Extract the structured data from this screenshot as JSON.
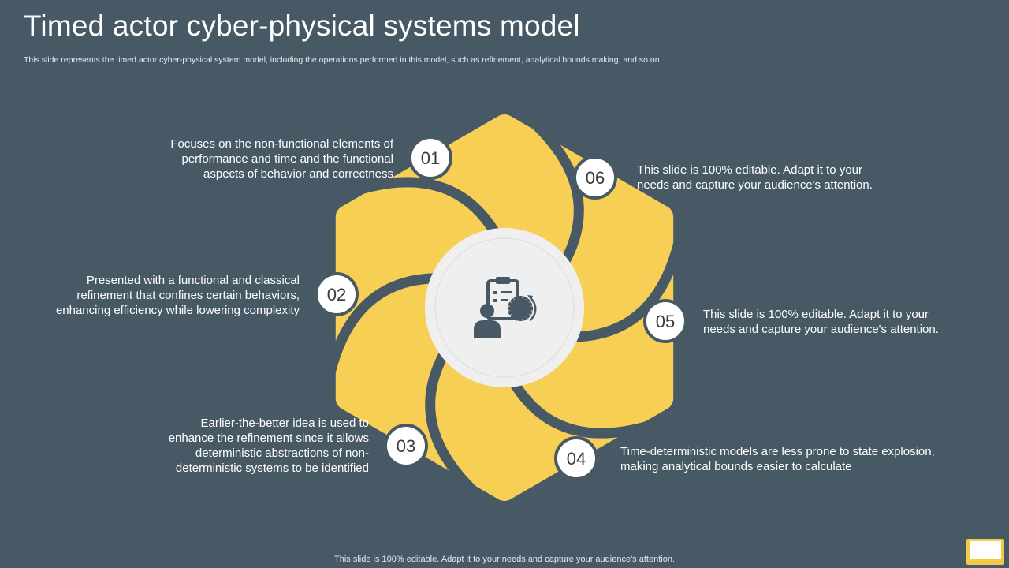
{
  "header": {
    "title": "Timed actor cyber-physical systems model",
    "subtitle": "This slide represents the timed actor cyber-physical system model, including the operations performed in this model, such as refinement, analytical bounds making, and so on."
  },
  "steps": [
    {
      "number": "01",
      "text": "Focuses on the non-functional  elements of performance and time and the functional aspects of behavior and correctness"
    },
    {
      "number": "02",
      "text": "Presented with a functional and classical refinement that confines certain behaviors, enhancing efficiency while lowering complexity"
    },
    {
      "number": "03",
      "text": "Earlier-the-better idea is used to enhance the refinement since it allows deterministic abstractions of non-deterministic systems to be identified"
    },
    {
      "number": "04",
      "text": "Time-deterministic models are less prone to state explosion, making analytical bounds easier to calculate"
    },
    {
      "number": "05",
      "text": "This slide is 100% editable. Adapt it to your needs and capture your audience's attention."
    },
    {
      "number": "06",
      "text": "This slide is 100% editable. Adapt it to your needs and capture your audience's attention."
    }
  ],
  "center_icon": "user-clipboard-gear-icon",
  "footer": "This slide is 100% editable. Adapt it to your needs and capture your audience's attention.",
  "colors": {
    "background": "#485966",
    "petal": "#f8cf55",
    "center_circle": "#efefef",
    "badge_border": "#485966",
    "icon": "#485966"
  }
}
